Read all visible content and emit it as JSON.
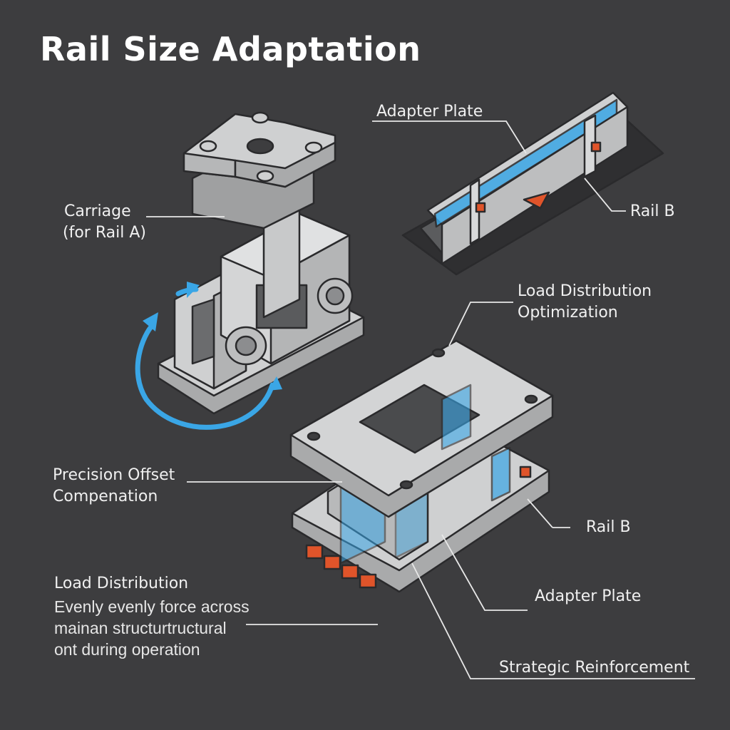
{
  "title": "Rail Size Adaptation",
  "labels": {
    "adapter_plate_top": "Adapter Plate",
    "rail_b_top": "Rail B",
    "carriage_line1": "Carriage",
    "carriage_line2": "(for Rail A)",
    "load_opt_line1": "Load Distribution",
    "load_opt_line2": "Optimization",
    "precision_line1": "Precision Offset",
    "precision_line2": "Compenation",
    "rail_b_bottom": "Rail B",
    "adapter_plate_bottom": "Adapter Plate",
    "load_dist_heading": "Load Distribution",
    "load_dist_line1": "Evenly evenly force across",
    "load_dist_line2": "mainan structurtructural",
    "load_dist_line3": "ont during operation",
    "strategic": "Strategic Reinforcement"
  },
  "colors": {
    "background": "#3d3d3f",
    "metal": "#cfd0d1",
    "metal_dark": "#a9aaab",
    "outline": "#2a2a2c",
    "accent_blue": "#3aa6e6",
    "accent_orange": "#e0542a",
    "leader_line": "#e8e8e8"
  },
  "icons": [
    "rotation-arrow-icon"
  ]
}
